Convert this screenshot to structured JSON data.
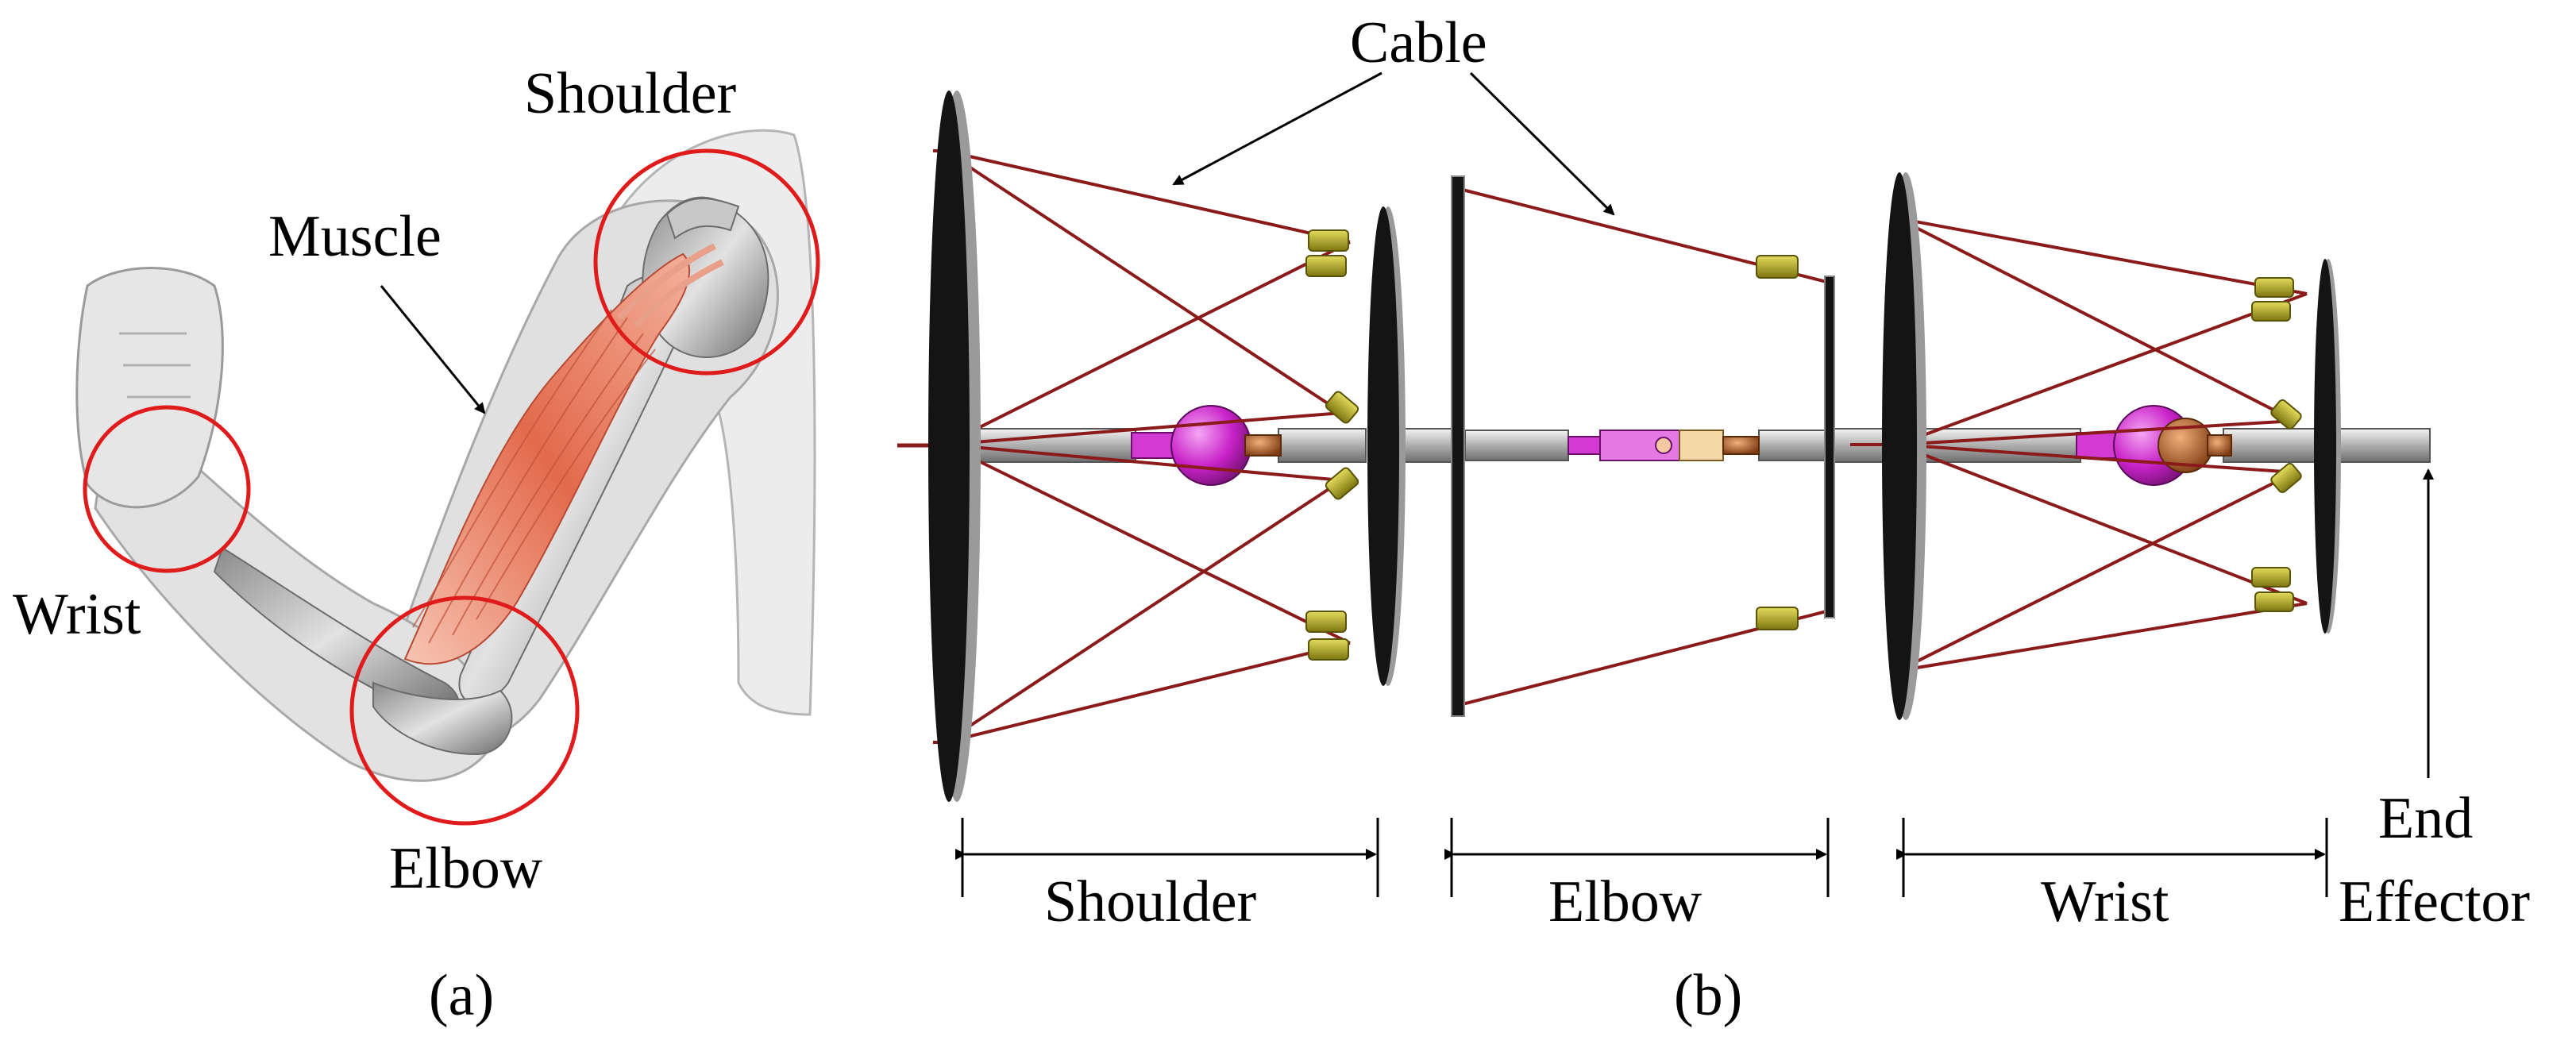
{
  "panel_a": {
    "labels": {
      "shoulder": "Shoulder",
      "muscle": "Muscle",
      "wrist": "Wrist",
      "elbow": "Elbow"
    },
    "caption": "(a)"
  },
  "panel_b": {
    "labels": {
      "cable": "Cable",
      "shoulder": "Shoulder",
      "elbow": "Elbow",
      "wrist": "Wrist",
      "end_effector_line1": "End",
      "end_effector_line2": "Effector"
    },
    "caption": "(b)"
  },
  "colors": {
    "highlight_circle": "#e01b1b",
    "cable": "#8b1a1a",
    "disc": "#141414",
    "rod": "#b8b8b8",
    "spherical_joint": "#d23ad2",
    "bronze_joint": "#b8642e",
    "eyelet": "#b8b024",
    "muscle": "#e46a4e",
    "limb": "#d6d6d6"
  }
}
